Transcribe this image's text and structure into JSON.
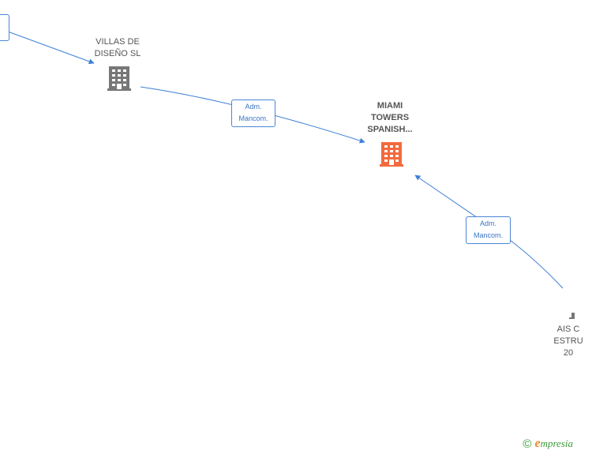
{
  "colors": {
    "edge": "#3d7fd6",
    "company_icon": "#777777",
    "focus_icon": "#f26a3e",
    "brand_green": "#3a9b3a",
    "brand_orange": "#f08a2c"
  },
  "nodes": {
    "villas": {
      "label": "VILLAS DE\nDISEÑO  SL",
      "icon": "building-icon"
    },
    "miami": {
      "label": "MIAMI\nTOWERS\nSPANISH...",
      "icon": "building-icon"
    },
    "ais": {
      "label": "AIS C\nESTRU\n20",
      "icon": "building-icon"
    }
  },
  "edges": {
    "villas_to_miami": {
      "line1": "Adm.",
      "line2": "Mancom."
    },
    "ais_to_miami": {
      "line1": "Adm.",
      "line2": "Mancom."
    }
  },
  "footer": {
    "copyright": "©",
    "brand_initial": "e",
    "brand_rest": "mpresia"
  }
}
